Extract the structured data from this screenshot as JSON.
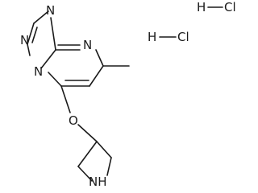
{
  "molecule": {
    "atoms": {
      "n_top": "N",
      "n_ring_left": "N",
      "n_bridge": "N",
      "n_ring_right": "N",
      "o_ether": "O",
      "nh_azetidine": "NH"
    },
    "salt": [
      {
        "h": "H",
        "cl": "Cl"
      },
      {
        "h": "H",
        "cl": "Cl"
      }
    ]
  }
}
